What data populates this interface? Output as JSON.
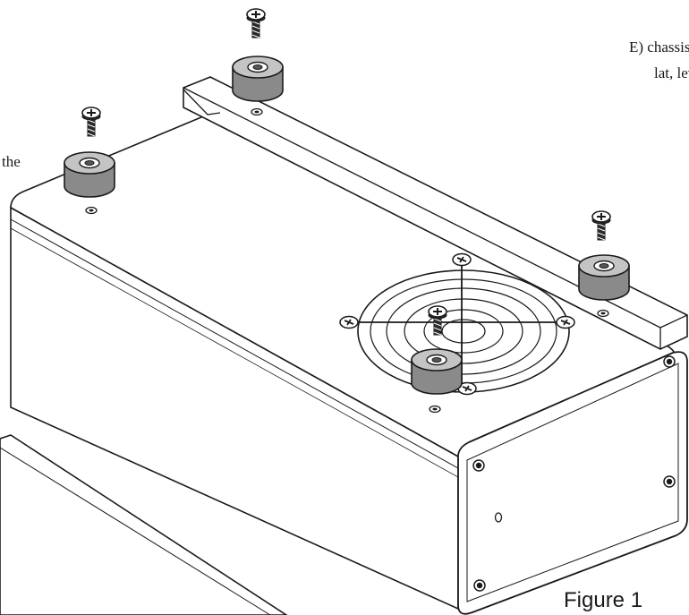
{
  "figure": {
    "caption": "Figure 1",
    "text_fragments": [
      "E) chassis",
      "lat, level",
      "the"
    ]
  },
  "colors": {
    "line": "#1a1a1a",
    "chassis_fill": "#ffffff",
    "foot_side": "#8a8a8a",
    "foot_top": "#c4c4c4",
    "screw_dark": "#2a2a2a"
  },
  "icons": {
    "foot": "rubber-foot-icon",
    "screw": "phillips-screw-icon",
    "fan": "fan-grille-icon"
  }
}
